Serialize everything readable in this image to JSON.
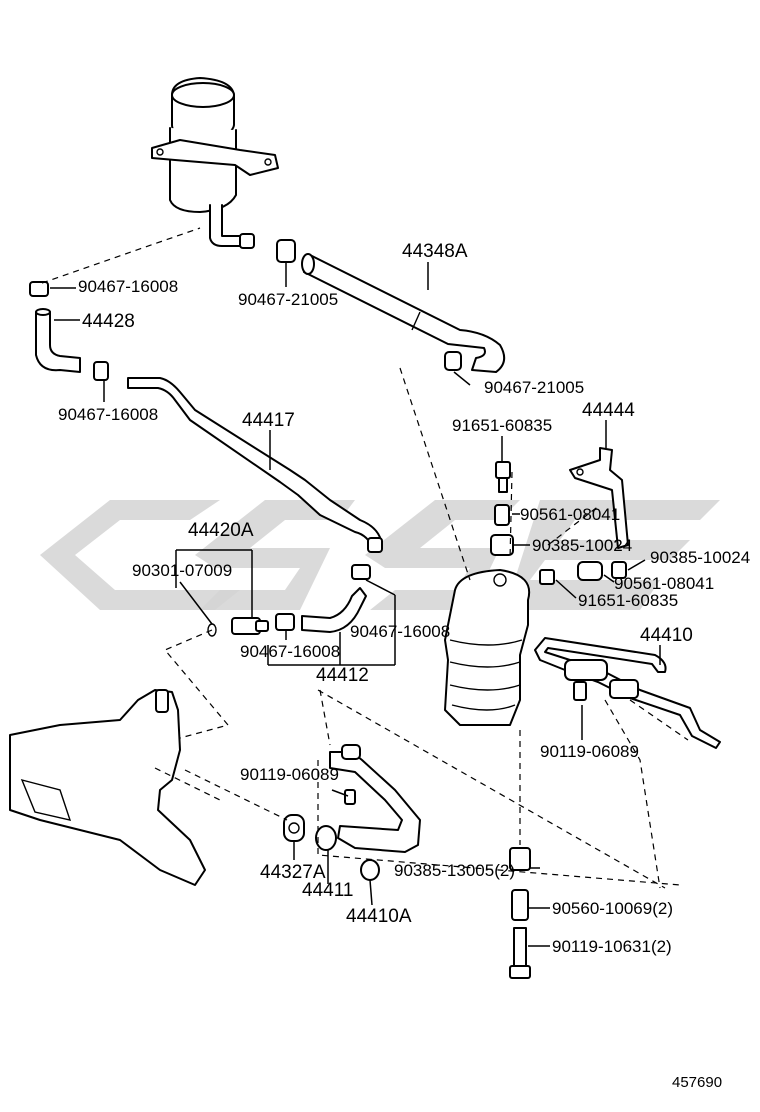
{
  "diagram_id": "457690",
  "colors": {
    "line": "#000000",
    "watermark": "#d4d4d4",
    "background": "#ffffff"
  },
  "parts": [
    {
      "code": "90467-16008",
      "name": "clamp-upper-left"
    },
    {
      "code": "44428",
      "name": "hose-reservoir-return"
    },
    {
      "code": "90467-16008",
      "name": "clamp-mid-left"
    },
    {
      "code": "90467-21005",
      "name": "clamp-reservoir-outlet"
    },
    {
      "code": "44348A",
      "name": "suction-hose"
    },
    {
      "code": "90467-21005",
      "name": "clamp-pump-inlet"
    },
    {
      "code": "44417",
      "name": "return-tube"
    },
    {
      "code": "91651-60835",
      "name": "bolt-upper"
    },
    {
      "code": "44444",
      "name": "pump-bracket"
    },
    {
      "code": "44420A",
      "name": "union-assembly"
    },
    {
      "code": "90561-08041",
      "name": "spacer-upper"
    },
    {
      "code": "90301-07009",
      "name": "o-ring"
    },
    {
      "code": "90385-10024",
      "name": "bushing-left"
    },
    {
      "code": "90385-10024",
      "name": "bushing-right"
    },
    {
      "code": "90561-08041",
      "name": "spacer-right"
    },
    {
      "code": "91651-60835",
      "name": "bolt-right"
    },
    {
      "code": "90467-16008",
      "name": "clamp-return-hose"
    },
    {
      "code": "90467-16008",
      "name": "clamp-gear-return"
    },
    {
      "code": "44410",
      "name": "pressure-feed-tube"
    },
    {
      "code": "44412",
      "name": "return-hose"
    },
    {
      "code": "90119-06089",
      "name": "bolt-tube-clamp"
    },
    {
      "code": "90119-06089",
      "name": "bolt-hose-clamp"
    },
    {
      "code": "90385-13005(2)",
      "name": "bushing-lower"
    },
    {
      "code": "44327A",
      "name": "gasket"
    },
    {
      "code": "44411",
      "name": "pressure-hose"
    },
    {
      "code": "44410A",
      "name": "union-bolt"
    },
    {
      "code": "90560-10069(2)",
      "name": "collar"
    },
    {
      "code": "90119-10631(2)",
      "name": "bolt-lower"
    }
  ]
}
